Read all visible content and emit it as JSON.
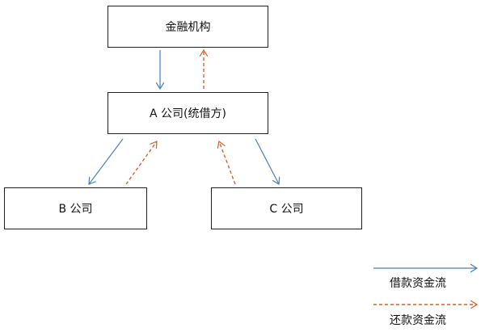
{
  "nodes": {
    "bank": "金融机构",
    "a": "A 公司(统借方)",
    "b": "B 公司",
    "c": "C 公司"
  },
  "legend": {
    "borrow": "借款资金流",
    "repay": "还款资金流"
  },
  "colors": {
    "borrow_flow": "#4a7fb5",
    "repay_flow": "#d4602a"
  }
}
